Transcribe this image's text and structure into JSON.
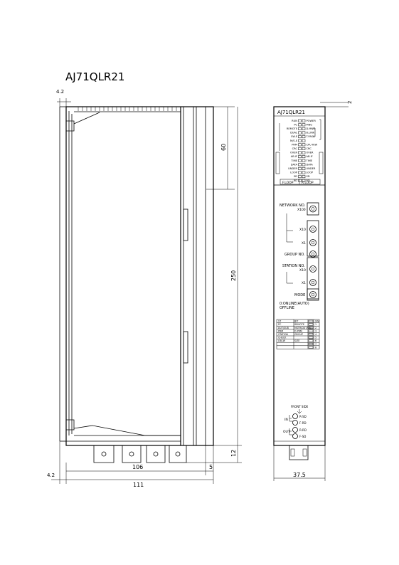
{
  "title": "AJ71QLR21",
  "side_view": {
    "dims": {
      "top_offset": "4.2",
      "bottom_offset": "4.2",
      "depth_inner": "106",
      "depth_total": "111",
      "right_step": "5",
      "height_upper": "60",
      "height_total": "250",
      "height_bottom": "12"
    }
  },
  "front_view": {
    "header": "AJ71QLR21",
    "top_dim": "2",
    "width_dim": "37.5",
    "leds_left": [
      "RUN",
      "PC",
      "REMOTE",
      "DUAL",
      "SW.E",
      "M/S.E",
      "PRM",
      "CRC",
      "OVER",
      "AB.IF",
      "TIME",
      "DATA",
      "UNDER",
      "LOOP",
      "SD",
      "RD"
    ],
    "leds_right": [
      "POWER",
      "MNG",
      "D.MNG",
      "B.LINK",
      "T.PASS",
      "",
      "CPU R/W",
      "CRC",
      "OVER",
      "AB.IF",
      "TIME",
      "DATA",
      "UNDER",
      "LOOP",
      "SD",
      "RD"
    ],
    "side_left_label": "F.LOOP",
    "panel_left": "F.LOOP",
    "panel_right": "R.LOOP",
    "network_no": "NETWORK NO.",
    "network_x100": "X100",
    "x10": "X10",
    "x1": "X1",
    "group_no": "GROUP NO.",
    "station_no": "STATION NO.",
    "station_x10": "X10",
    "station_x1": "X1",
    "mode": "MODE",
    "online_label_1": "0:ONLINE(AUTO)",
    "online_label_2": "OFFLINE",
    "table_rows": [
      [
        "ST",
        "BIT",
        "SW"
      ],
      [
        "PC",
        "REMOTE",
        "1"
      ],
      [
        "DUT/SUB",
        "MSTR/DUT/CM",
        "2"
      ],
      [
        "PRM",
        "D.PRM",
        "3"
      ],
      [
        "STATION",
        "GROUP",
        "4"
      ],
      [
        "CHECK",
        "",
        "5"
      ],
      [
        "LB/LW",
        "SIZE",
        "6"
      ],
      [
        "",
        "",
        "7"
      ],
      [
        "",
        "",
        "8"
      ]
    ],
    "front_side": "FRONT SIDE",
    "in_label": "IN",
    "out_label": "OUT",
    "port_labels": [
      "R-SD",
      "F-RD",
      "R-RD",
      "F-SD"
    ]
  }
}
